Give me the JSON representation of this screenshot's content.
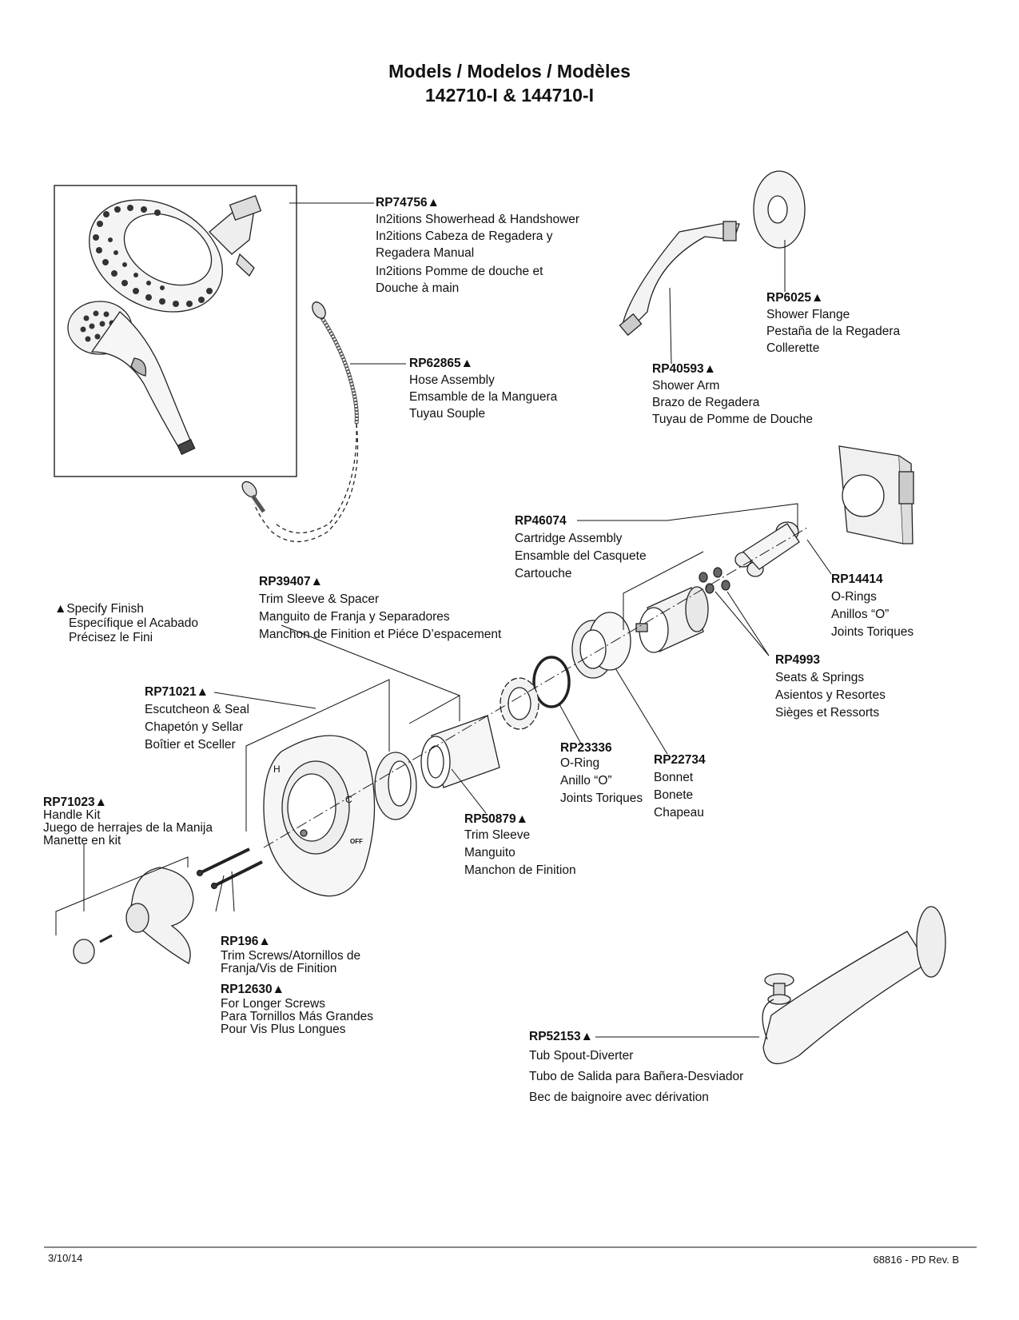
{
  "header": {
    "title_line1": "Models / Modelos / Modèles",
    "title_line2": "142710-I & 144710-I"
  },
  "finish_note": {
    "line1": "▲Specify Finish",
    "line2": "Específique el Acabado",
    "line3": "Précisez le Fini"
  },
  "parts": {
    "rp74756": {
      "pn": "RP74756▲",
      "l1": "In2itions Showerhead & Handshower",
      "l2": "In2itions Cabeza de Regadera y",
      "l3": "Regadera Manual",
      "l4": "In2itions Pomme de douche et",
      "l5": "Douche à main"
    },
    "rp62865": {
      "pn": "RP62865▲",
      "l1": "Hose Assembly",
      "l2": "Emsamble de la Manguera",
      "l3": "Tuyau Souple"
    },
    "rp6025": {
      "pn": "RP6025▲",
      "l1": "Shower Flange",
      "l2": "Pestaña de la Regadera",
      "l3": "Collerette"
    },
    "rp40593": {
      "pn": "RP40593▲",
      "l1": "Shower Arm",
      "l2": "Brazo de Regadera",
      "l3": "Tuyau de Pomme de Douche"
    },
    "rp46074": {
      "pn": "RP46074",
      "l1": "Cartridge Assembly",
      "l2": "Ensamble del Casquete",
      "l3": "Cartouche"
    },
    "rp39407": {
      "pn": "RP39407▲",
      "l1": "Trim Sleeve & Spacer",
      "l2": "Manguito de Franja y Separadores",
      "l3": "Manchon de Finition et Piéce D’espacement"
    },
    "rp14414": {
      "pn": "RP14414",
      "l1": "O-Rings",
      "l2": "Anillos “O”",
      "l3": "Joints Toriques"
    },
    "rp4993": {
      "pn": "RP4993",
      "l1": "Seats & Springs",
      "l2": "Asientos y Resortes",
      "l3": "Sièges et Ressorts"
    },
    "rp71021": {
      "pn": "RP71021▲",
      "l1": "Escutcheon & Seal",
      "l2": "Chapetón y Sellar",
      "l3": "Boîtier et Sceller"
    },
    "rp23336": {
      "pn": "RP23336",
      "l1": "O-Ring",
      "l2": "Anillo “O”",
      "l3": "Joints Toriques"
    },
    "rp22734": {
      "pn": "RP22734",
      "l1": "Bonnet",
      "l2": "Bonete",
      "l3": "Chapeau"
    },
    "rp71023": {
      "pn": "RP71023▲",
      "l1": "Handle Kit",
      "l2": "Juego de herrajes de la Manija",
      "l3": "Manette en kit"
    },
    "rp50879": {
      "pn": "RP50879▲",
      "l1": "Trim Sleeve",
      "l2": "Manguito",
      "l3": "Manchon de Finition"
    },
    "rp196": {
      "pn": "RP196▲",
      "l1": "Trim Screws/Atornillos de",
      "l2": "Franja/Vis de Finition"
    },
    "rp12630": {
      "pn": "RP12630▲",
      "l1": "For Longer Screws",
      "l2": "Para Tornillos Más Grandes",
      "l3": "Pour Vis Plus Longues"
    },
    "rp52153": {
      "pn": "RP52153▲",
      "l1": "Tub Spout-Diverter",
      "l2": "Tubo de Salida para Bañera-Desviador",
      "l3": "Bec de baignoire avec dérivation"
    }
  },
  "escutcheon_marks": {
    "hot": "H",
    "cold": "C",
    "off": "OFF"
  },
  "footer": {
    "date": "3/10/14",
    "doc_number": "68816 - PD  Rev. B"
  }
}
